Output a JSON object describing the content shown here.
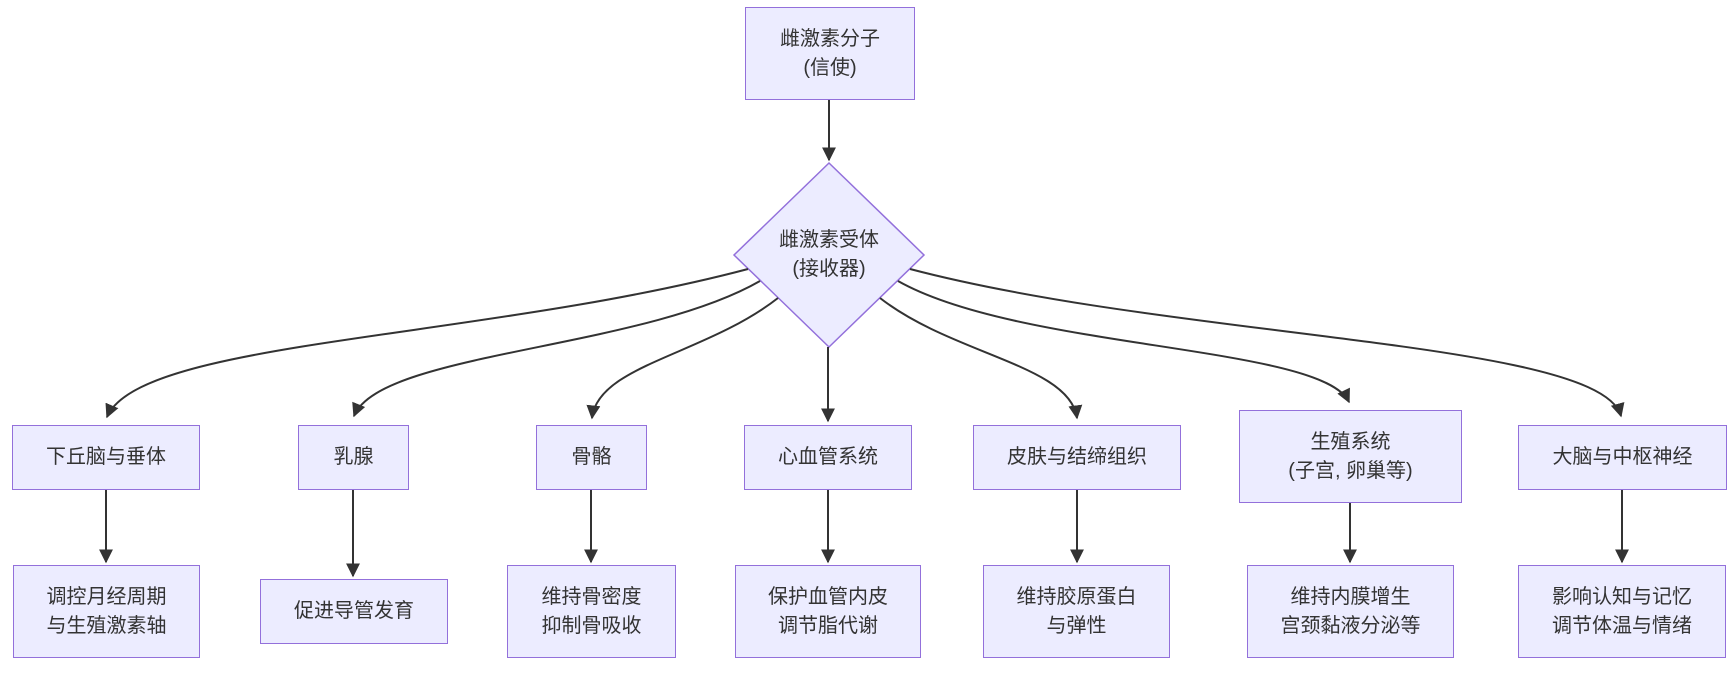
{
  "diagram_type": "flowchart-top-down",
  "colors": {
    "node_fill": "#ECECFF",
    "node_border": "#9370DB",
    "edge": "#333333",
    "text": "#333333",
    "background": "#FFFFFF"
  },
  "nodes": {
    "estrogen_molecule": {
      "shape": "rectangle",
      "line1": "雌激素分子",
      "line2": "(信使)"
    },
    "estrogen_receptor": {
      "shape": "diamond",
      "line1": "雌激素受体",
      "line2": "(接收器)"
    },
    "hypothalamus_pituitary": {
      "shape": "rectangle",
      "line1": "下丘脑与垂体"
    },
    "mammary_gland": {
      "shape": "rectangle",
      "line1": "乳腺"
    },
    "skeleton": {
      "shape": "rectangle",
      "line1": "骨骼"
    },
    "cardiovascular": {
      "shape": "rectangle",
      "line1": "心血管系统"
    },
    "skin_connective": {
      "shape": "rectangle",
      "line1": "皮肤与结缔组织"
    },
    "reproductive_system": {
      "shape": "rectangle",
      "line1": "生殖系统",
      "line2": "(子宫, 卵巢等)"
    },
    "brain_cns": {
      "shape": "rectangle",
      "line1": "大脑与中枢神经"
    },
    "effect_menstrual_axis": {
      "shape": "rectangle",
      "line1": "调控月经周期",
      "line2": "与生殖激素轴"
    },
    "effect_duct_development": {
      "shape": "rectangle",
      "line1": "促进导管发育"
    },
    "effect_bone_density": {
      "shape": "rectangle",
      "line1": "维持骨密度",
      "line2": "抑制骨吸收"
    },
    "effect_vascular": {
      "shape": "rectangle",
      "line1": "保护血管内皮",
      "line2": "调节脂代谢"
    },
    "effect_collagen": {
      "shape": "rectangle",
      "line1": "维持胶原蛋白",
      "line2": "与弹性"
    },
    "effect_endometrium": {
      "shape": "rectangle",
      "line1": "维持内膜增生",
      "line2": "宫颈黏液分泌等"
    },
    "effect_cognition": {
      "shape": "rectangle",
      "line1": "影响认知与记忆",
      "line2": "调节体温与情绪"
    }
  },
  "edges": [
    {
      "from": "estrogen_molecule",
      "to": "estrogen_receptor"
    },
    {
      "from": "estrogen_receptor",
      "to": "hypothalamus_pituitary"
    },
    {
      "from": "estrogen_receptor",
      "to": "mammary_gland"
    },
    {
      "from": "estrogen_receptor",
      "to": "skeleton"
    },
    {
      "from": "estrogen_receptor",
      "to": "cardiovascular"
    },
    {
      "from": "estrogen_receptor",
      "to": "skin_connective"
    },
    {
      "from": "estrogen_receptor",
      "to": "reproductive_system"
    },
    {
      "from": "estrogen_receptor",
      "to": "brain_cns"
    },
    {
      "from": "hypothalamus_pituitary",
      "to": "effect_menstrual_axis"
    },
    {
      "from": "mammary_gland",
      "to": "effect_duct_development"
    },
    {
      "from": "skeleton",
      "to": "effect_bone_density"
    },
    {
      "from": "cardiovascular",
      "to": "effect_vascular"
    },
    {
      "from": "skin_connective",
      "to": "effect_collagen"
    },
    {
      "from": "reproductive_system",
      "to": "effect_endometrium"
    },
    {
      "from": "brain_cns",
      "to": "effect_cognition"
    }
  ]
}
